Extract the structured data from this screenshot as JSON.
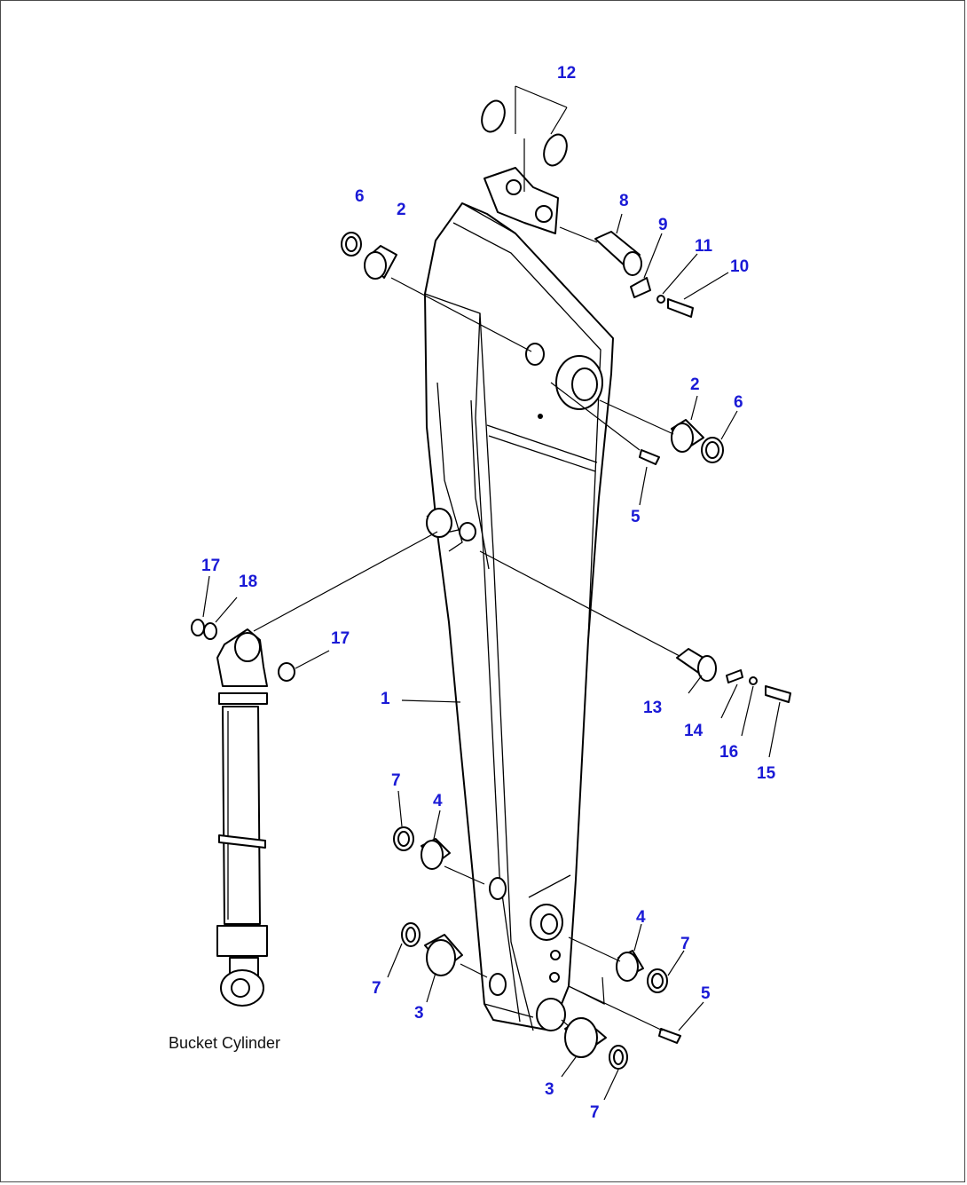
{
  "diagram": {
    "caption": "Bucket Cylinder",
    "label_color": "#1a1ad6",
    "callouts": {
      "c1": "1",
      "c2a": "2",
      "c2b": "2",
      "c3a": "3",
      "c3b": "3",
      "c4a": "4",
      "c4b": "4",
      "c5a": "5",
      "c5b": "5",
      "c6a": "6",
      "c6b": "6",
      "c7a": "7",
      "c7b": "7",
      "c7c": "7",
      "c7d": "7",
      "c8": "8",
      "c9": "9",
      "c10": "10",
      "c11": "11",
      "c12": "12",
      "c13": "13",
      "c14": "14",
      "c15": "15",
      "c16": "16",
      "c17a": "17",
      "c17b": "17",
      "c18": "18"
    }
  }
}
